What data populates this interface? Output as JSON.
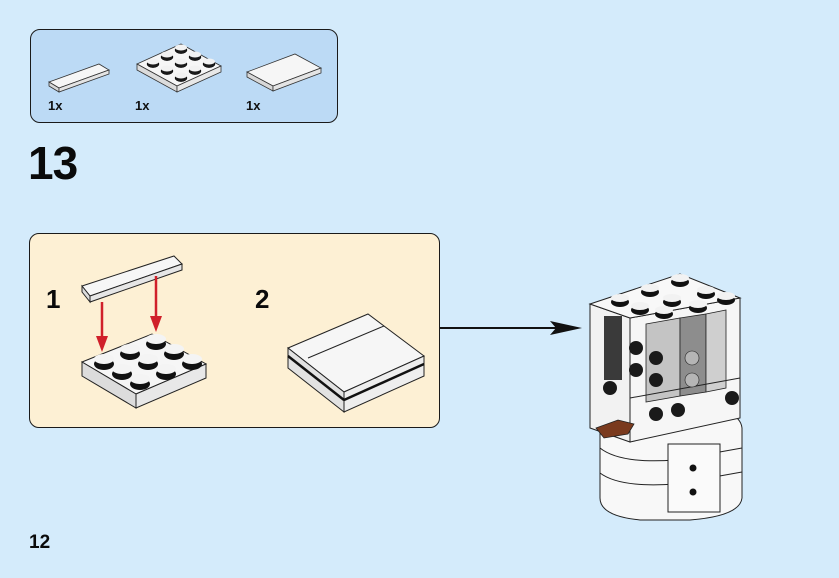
{
  "page": {
    "page_number": "12",
    "step_number": "13",
    "background_color": "#d4ebfb"
  },
  "parts_list": {
    "background_color": "#bcdaf5",
    "items": [
      {
        "part": "white-tile-1x4",
        "quantity": "1x"
      },
      {
        "part": "white-plate-3x3",
        "quantity": "1x"
      },
      {
        "part": "white-tile-2x3",
        "quantity": "1x"
      }
    ]
  },
  "sub_assembly": {
    "background_color": "#fdf0d4",
    "steps": [
      {
        "number": "1",
        "description": "place tile onto 3x3 plate",
        "arrow_color": "#d0202a"
      },
      {
        "number": "2",
        "description": "completed sub-assembly"
      }
    ]
  },
  "model": {
    "description": "white brick figure with black and grey studs, brown accent piece"
  }
}
